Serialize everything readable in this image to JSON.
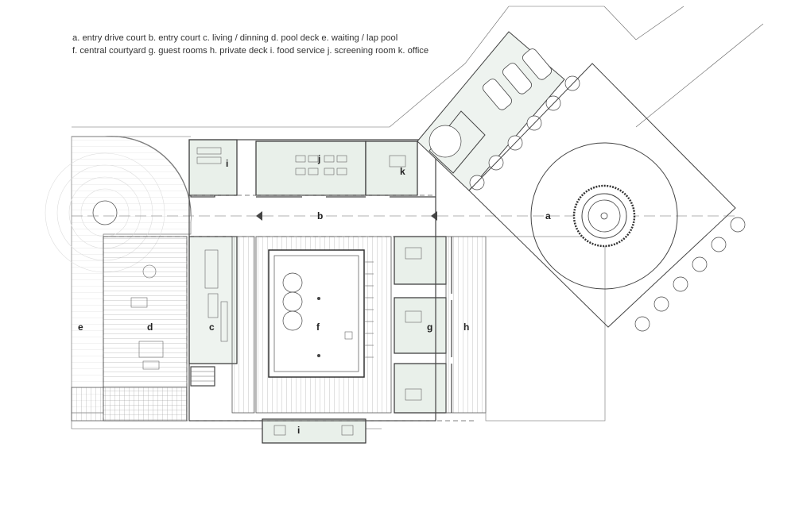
{
  "legend": {
    "line1": "a.  entry drive court  b.  entry court  c.  living / dinning  d.  pool deck  e.  waiting / lap pool",
    "line2": "f.  central courtyard  g. guest rooms  h.  private deck  i.  food service  j.  screening room  k.  office"
  },
  "labels": {
    "a": "a",
    "b": "b",
    "c": "c",
    "d": "d",
    "e": "e",
    "f": "f",
    "g": "g",
    "h": "h",
    "i_top": "i",
    "i_bottom": "i",
    "j": "j",
    "k": "k"
  },
  "colors": {
    "line": "#444444",
    "room_fill": "#e9f0ea",
    "background": "#ffffff"
  }
}
